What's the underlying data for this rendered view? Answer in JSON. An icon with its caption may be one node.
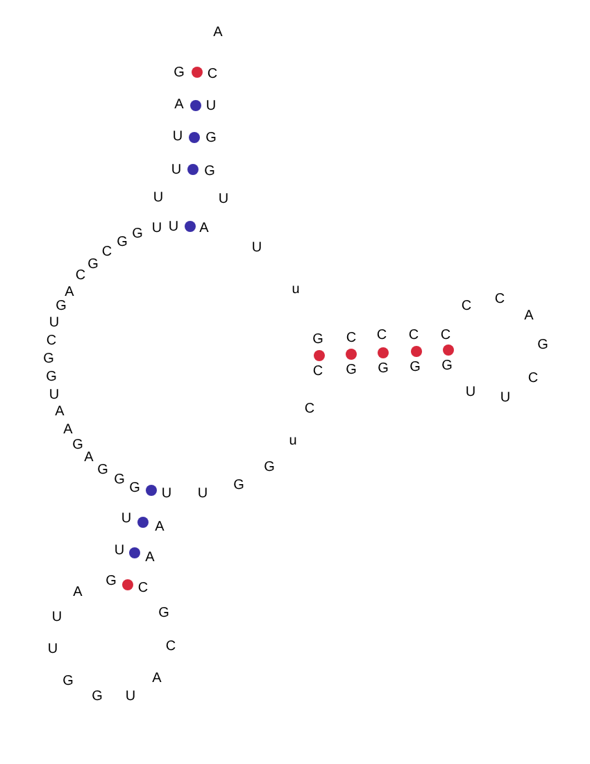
{
  "diagram": {
    "labels": [
      "A",
      "G",
      "C",
      "A",
      "U",
      "U",
      "G",
      "U",
      "G",
      "U",
      "U",
      "C",
      "G",
      "C",
      "G",
      "G",
      "U",
      "U",
      "A",
      "U",
      "A",
      "u",
      "G",
      "U",
      "C",
      "G",
      "G",
      "U",
      "A",
      "A",
      "G",
      "A",
      "G",
      "G",
      "G",
      "U",
      "U",
      "G",
      "G",
      "u",
      "C",
      "G",
      "C",
      "C",
      "C",
      "C",
      "C",
      "G",
      "G",
      "G",
      "G",
      "C",
      "C",
      "A",
      "G",
      "C",
      "U",
      "U",
      "U",
      "A",
      "U",
      "A",
      "A",
      "G",
      "C",
      "U",
      "G",
      "U",
      "C",
      "G",
      "A",
      "G",
      "U"
    ]
  }
}
